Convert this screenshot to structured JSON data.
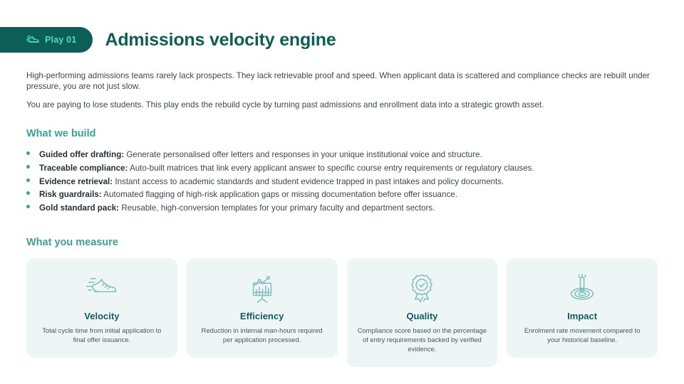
{
  "header": {
    "badge_label": "Play 01",
    "badge_icon": "running-shoe-speed-icon",
    "title": "Admissions velocity engine",
    "badge_bg_color": "#0b5f57",
    "badge_text_color": "#4fdcba",
    "title_color": "#0d5f55"
  },
  "intro": {
    "paragraph_1": "High-performing admissions teams rarely lack prospects. They lack retrievable proof and speed. When applicant data is scattered and compliance checks are rebuilt under pressure, you are not just slow.",
    "paragraph_2": "You are paying to lose students. This play ends the rebuild cycle by turning past admissions and enrollment data into a strategic growth asset."
  },
  "what_we_build": {
    "heading": "What we build",
    "heading_color": "#3aa396",
    "bullet_color": "#3aa396",
    "items": [
      {
        "term": "Guided offer drafting:",
        "description": "Generate personalised offer letters and responses in your unique institutional voice and structure."
      },
      {
        "term": "Traceable compliance:",
        "description": "Auto-built matrices that link every applicant answer to specific course entry requirements or regulatory clauses."
      },
      {
        "term": "Evidence retrieval:",
        "description": "Instant access to academic standards and student evidence trapped in past intakes and policy documents."
      },
      {
        "term": "Risk guardrails:",
        "description": "Automated flagging of high-risk application gaps or missing documentation before offer issuance."
      },
      {
        "term": "Gold standard pack:",
        "description": "Reusable, high-conversion templates for your primary faculty and department sectors."
      }
    ]
  },
  "what_you_measure": {
    "heading": "What you measure",
    "heading_color": "#3aa396",
    "card_bg_color": "#edf6f4",
    "card_title_color": "#145c62",
    "cards": [
      {
        "icon": "running-shoe-speed-icon",
        "title": "Velocity",
        "description": "Total cycle time from initial application to final offer issuance."
      },
      {
        "icon": "bar-chart-easel-icon",
        "title": "Efficiency",
        "description": "Reduction in internal man-hours required per application processed."
      },
      {
        "icon": "award-ribbon-check-icon",
        "title": "Quality",
        "description": "Compliance score based on the percentage of entry requirements backed by verified evidence."
      },
      {
        "icon": "dart-target-bullseye-icon",
        "title": "Impact",
        "description": "Enrolment rate movement compared to your historical baseline."
      }
    ]
  }
}
